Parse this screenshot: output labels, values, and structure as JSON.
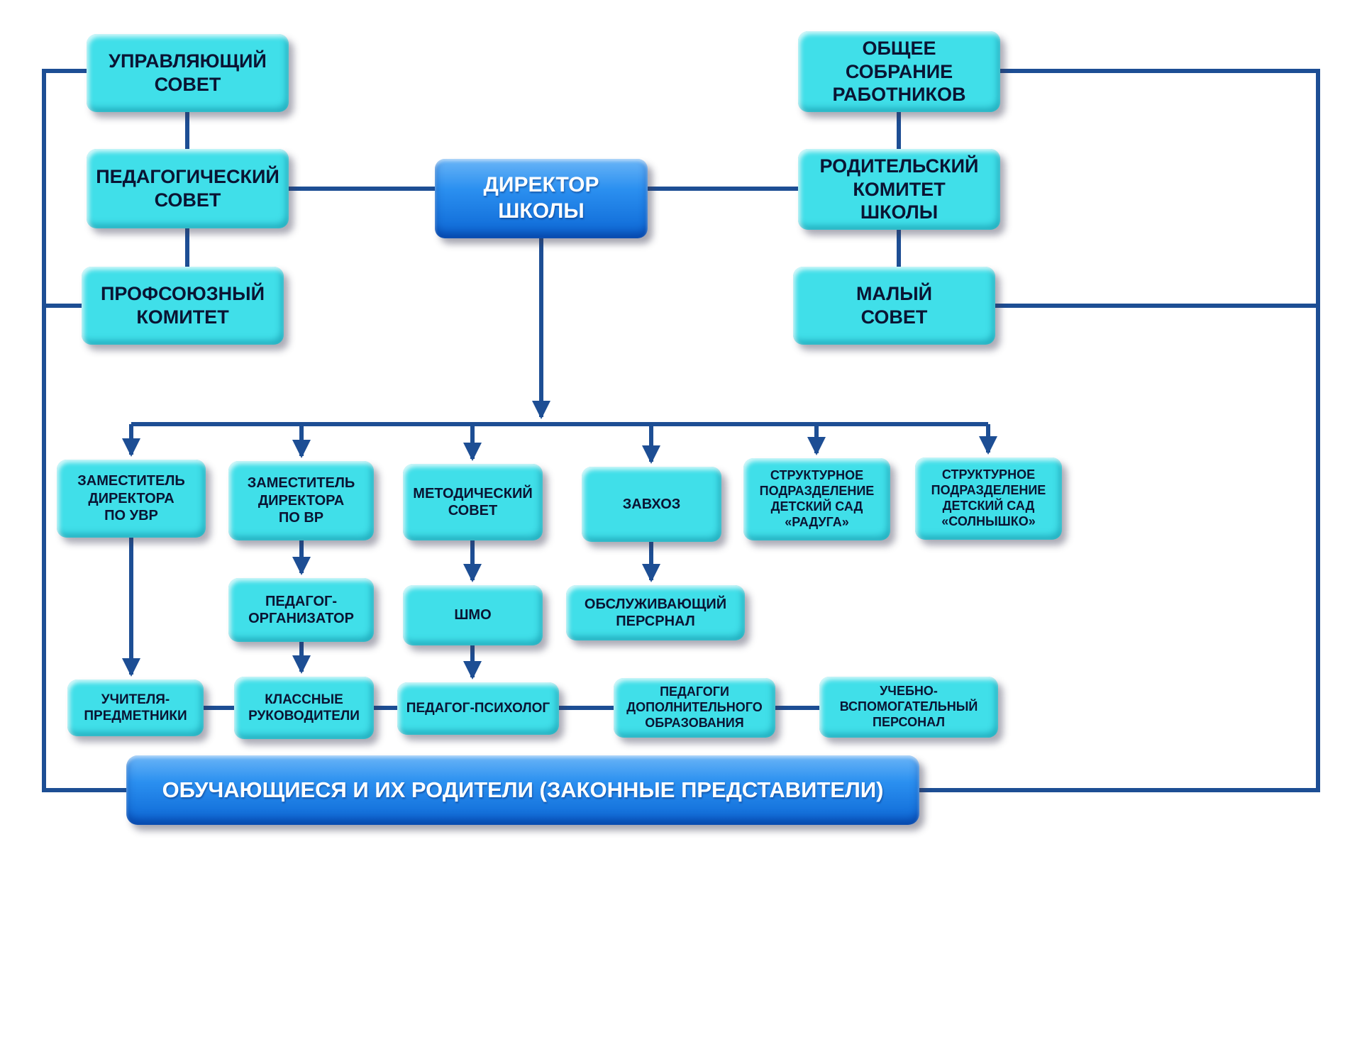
{
  "diagram": {
    "type": "org-chart",
    "language": "ru",
    "colors": {
      "node_fill": "#40DFE9",
      "accent_fill": "#1E88EE",
      "connector": "#1d4e94",
      "text": "#0A1433",
      "accent_text": "#FFFFFF"
    },
    "nodes": {
      "upravlyayushchiy_sovet": "УПРАВЛЯЮЩИЙ\nСОВЕТ",
      "pedagogicheskiy_sovet": "ПЕДАГОГИЧЕСКИЙ\nСОВЕТ",
      "profsoyuznyy_komitet": "ПРОФСОЮЗНЫЙ\nКОМИТЕТ",
      "direktor_shkoly": "ДИРЕКТОР\nШКОЛЫ",
      "obshchee_sobranie_rabotnikov": "ОБЩЕЕ\nСОБРАНИЕ\nРАБОТНИКОВ",
      "roditelskiy_komitet_shkoly": "РОДИТЕЛЬСКИЙ\nКОМИТЕТ\nШКОЛЫ",
      "malyy_sovet": "МАЛЫЙ\nСОВЕТ",
      "zam_direktora_po_uvr": "ЗАМЕСТИТЕЛЬ\nДИРЕКТОРА\nПО УВР",
      "zam_direktora_po_vr": "ЗАМЕСТИТЕЛЬ\nДИРЕКТОРА\nПО ВР",
      "metodicheskiy_sovet": "МЕТОДИЧЕСКИЙ\nСОВЕТ",
      "zavkhoz": "ЗАВХОЗ",
      "detskiy_sad_raduga": "СТРУКТУРНОЕ\nПОДРАЗДЕЛЕНИЕ\nДЕТСКИЙ САД\n«РАДУГА»",
      "detskiy_sad_solnyshko": "СТРУКТУРНОЕ\nПОДРАЗДЕЛЕНИЕ\nДЕТСКИЙ САД\n«СОЛНЫШКО»",
      "pedagog_organizator": "ПЕДАГОГ-\nОРГАНИЗАТОР",
      "shmo": "ШМО",
      "obsluzhivayushchiy_personal": "ОБСЛУЖИВАЮЩИЙ\nПЕРСРНАЛ",
      "uchitelya_predmetniki": "УЧИТЕЛЯ-\nПРЕДМЕТНИКИ",
      "klassnye_rukovoditeli": "КЛАССНЫЕ\nРУКОВОДИТЕЛИ",
      "pedagog_psikholog": "ПЕДАГОГ-ПСИХОЛОГ",
      "pedagogi_dop_obrazovaniya": "ПЕДАГОГИ\nДОПОЛНИТЕЛЬНОГО\nОБРАЗОВАНИЯ",
      "uchebno_vspomogatelnyy_personal": "УЧЕБНО-\nВСПОМОГАТЕЛЬНЫЙ\nПЕРСОНАЛ",
      "obuchayushchiesya": "ОБУЧАЮЩИЕСЯ И ИХ РОДИТЕЛИ (ЗАКОННЫЕ ПРЕДСТАВИТЕЛИ)"
    },
    "edges": [
      "upravlyayushchiy_sovet - pedagogicheskiy_sovet",
      "pedagogicheskiy_sovet - profsoyuznyy_komitet",
      "pedagogicheskiy_sovet - direktor_shkoly",
      "direktor_shkoly - roditelskiy_komitet_shkoly",
      "obshchee_sobranie_rabotnikov - roditelskiy_komitet_shkoly",
      "roditelskiy_komitet_shkoly - malyy_sovet",
      "direktor_shkoly -> zam_direktora_po_uvr",
      "direktor_shkoly -> zam_direktora_po_vr",
      "direktor_shkoly -> metodicheskiy_sovet",
      "direktor_shkoly -> zavkhoz",
      "direktor_shkoly -> detskiy_sad_raduga",
      "direktor_shkoly -> detskiy_sad_solnyshko",
      "zam_direktora_po_uvr -> uchitelya_predmetniki",
      "zam_direktora_po_vr -> pedagog_organizator",
      "pedagog_organizator -> klassnye_rukovoditeli",
      "metodicheskiy_sovet -> shmo",
      "shmo -> pedagog_psikholog",
      "zavkhoz -> obsluzhivayushchiy_personal",
      "uchitelya_predmetniki - klassnye_rukovoditeli - pedagog_psikholog - pedagogi_dop_obrazovaniya - uchebno_vspomogatelnyy_personal",
      "upravlyayushchiy_sovet / profsoyuznyy_komitet - obuchayushchiesya (left bracket)",
      "obshchee_sobranie_rabotnikov / malyy_sovet - obuchayushchiesya (right bracket)"
    ]
  }
}
